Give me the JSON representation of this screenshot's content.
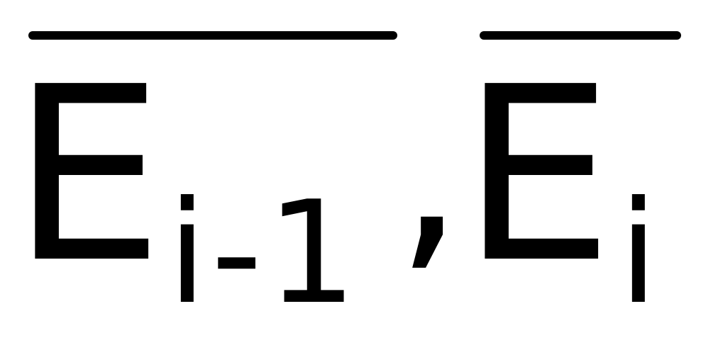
{
  "expression": {
    "term1": {
      "base": "E",
      "subscript": "i-1"
    },
    "separator": ",",
    "term2": {
      "base": "E",
      "subscript": "i"
    },
    "color": "#000000",
    "background": "#ffffff"
  }
}
